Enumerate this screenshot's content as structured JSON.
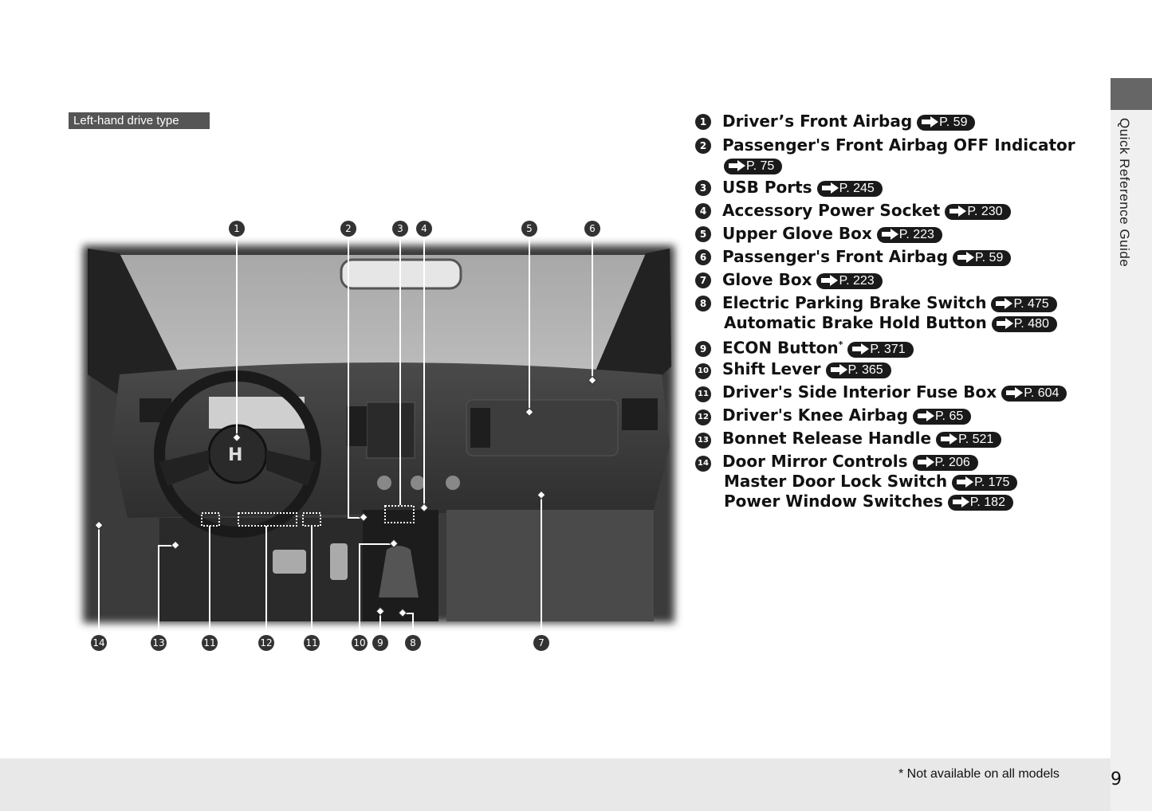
{
  "header": {
    "drive_type_label": "Left-hand drive type"
  },
  "items": [
    {
      "num": "1",
      "label": "Driver’s Front Airbag",
      "ref": "P. 59"
    },
    {
      "num": "2",
      "label": "Passenger's Front Airbag OFF Indicator",
      "ref": "P. 75"
    },
    {
      "num": "3",
      "label": "USB Ports",
      "ref": "P. 245"
    },
    {
      "num": "4",
      "label": "Accessory Power Socket",
      "ref": "P. 230"
    },
    {
      "num": "5",
      "label": "Upper Glove Box",
      "ref": "P. 223"
    },
    {
      "num": "6",
      "label": "Passenger's Front Airbag",
      "ref": "P. 59"
    },
    {
      "num": "7",
      "label": "Glove Box",
      "ref": "P. 223"
    },
    {
      "num": "8",
      "label": "Electric Parking Brake Switch",
      "ref": "P. 475",
      "label2": "Automatic Brake Hold Button",
      "ref2": "P. 480"
    },
    {
      "num": "9",
      "label": "ECON Button",
      "asterisk": "*",
      "ref": "P. 371"
    },
    {
      "num": "10",
      "label": "Shift Lever",
      "ref": "P. 365"
    },
    {
      "num": "11",
      "label": "Driver's Side Interior Fuse Box",
      "ref": "P. 604"
    },
    {
      "num": "12",
      "label": "Driver's Knee Airbag",
      "ref": "P. 65"
    },
    {
      "num": "13",
      "label": "Bonnet Release Handle",
      "ref": "P. 521"
    },
    {
      "num": "14",
      "label": "Door Mirror Controls",
      "ref": "P. 206",
      "label2": "Master Door Lock Switch",
      "ref2": "P. 175",
      "label3": "Power Window Switches",
      "ref3": "P. 182"
    }
  ],
  "callouts_top": [
    "1",
    "2",
    "3",
    "4",
    "5",
    "6"
  ],
  "callouts_bottom": [
    "14",
    "13",
    "11",
    "12",
    "11",
    "10",
    "9",
    "8",
    "7"
  ],
  "sidebar": {
    "section_title": "Quick Reference Guide"
  },
  "footer": {
    "footnote": "* Not available on all models",
    "page_number": "9"
  }
}
